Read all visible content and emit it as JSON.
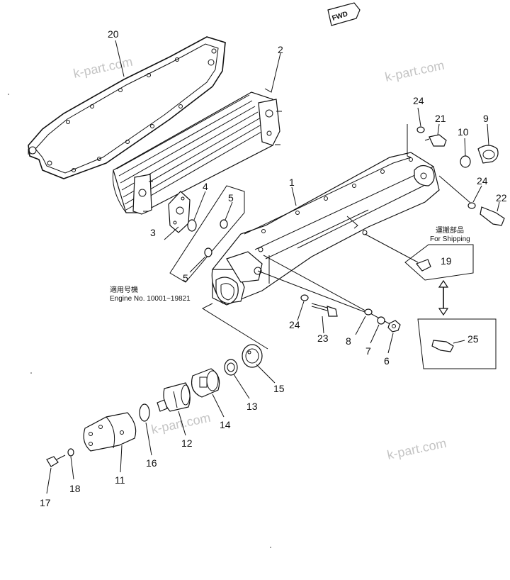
{
  "watermark": "k-part.com",
  "fwd_label": "FWD",
  "shipping_note": {
    "japanese": "運搬部品",
    "english": "For Shipping"
  },
  "serial_note": {
    "japanese": "適用号機",
    "english": "Engine No. 10001~19821"
  },
  "callouts": {
    "c1": "1",
    "c2": "2",
    "c3": "3",
    "c4": "4",
    "c5a": "5",
    "c5b": "5",
    "c6": "6",
    "c7": "7",
    "c8": "8",
    "c9": "9",
    "c10": "10",
    "c11": "11",
    "c12": "12",
    "c13": "13",
    "c14": "14",
    "c15": "15",
    "c16": "16",
    "c17": "17",
    "c18": "18",
    "c19": "19",
    "c20": "20",
    "c21": "21",
    "c22": "22",
    "c23": "23",
    "c24a": "24",
    "c24b": "24",
    "c24c": "24",
    "c25": "25"
  }
}
